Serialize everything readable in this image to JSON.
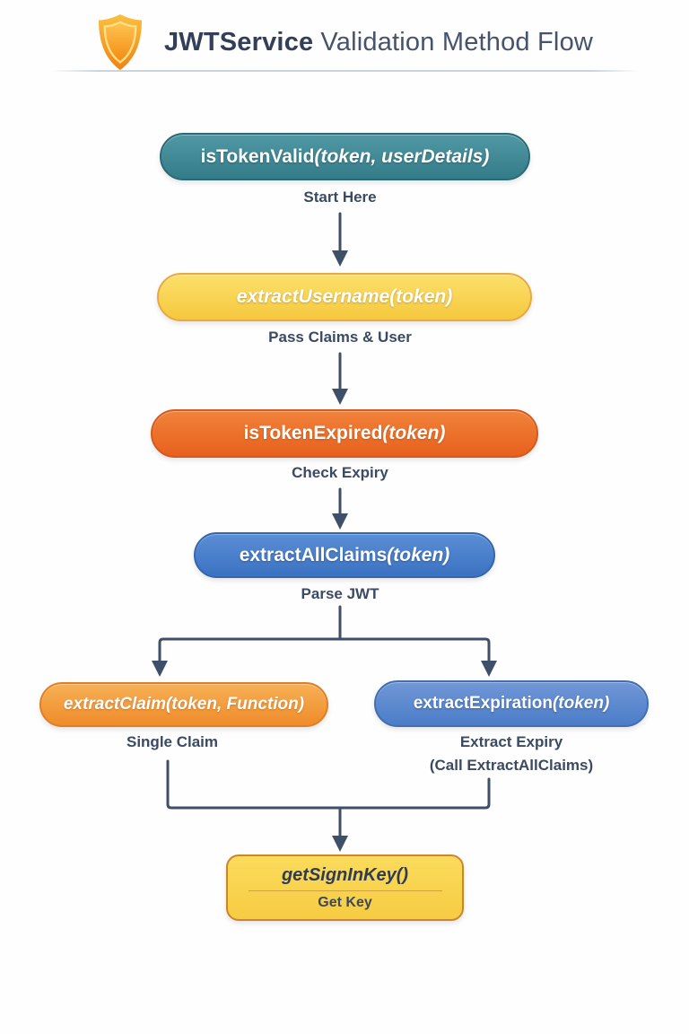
{
  "header": {
    "title_strong": "JWTService",
    "title_rest": "Validation Method Flow",
    "icon": "shield-icon"
  },
  "flow": {
    "isTokenValid": {
      "label": "isTokenValid",
      "args": "(token, userDetails)",
      "caption": "Start Here"
    },
    "extractUsername": {
      "label": "extractUsername",
      "args": "(token)",
      "caption": "Pass Claims & User"
    },
    "isTokenExpired": {
      "label": "isTokenExpired",
      "args": "(token)",
      "caption": "Check Expiry"
    },
    "extractAllClaims": {
      "label": "extractAllClaims",
      "args": "(token)",
      "caption": "Parse JWT"
    },
    "extractClaim": {
      "label": "extractClaim",
      "args": "(token, Function)",
      "caption": "Single Claim"
    },
    "extractExpiration": {
      "label": "extractExpiration",
      "args": "(token)",
      "caption1": "Extract Expiry",
      "caption2": "(Call ExtractAllClaims)"
    },
    "getSignInKey": {
      "label": "getSignInKey",
      "args": "()",
      "caption": "Get Key"
    }
  },
  "colors": {
    "teal": "#3e8994",
    "yellow": "#f8d04a",
    "orange": "#ec6e26",
    "blue": "#4478c8",
    "light_orange": "#f39a3c",
    "light_blue": "#5585cd",
    "gold": "#f9d34b",
    "connector": "#3e4f68",
    "label_text": "#3b4a63",
    "title_text": "#3b4760"
  }
}
